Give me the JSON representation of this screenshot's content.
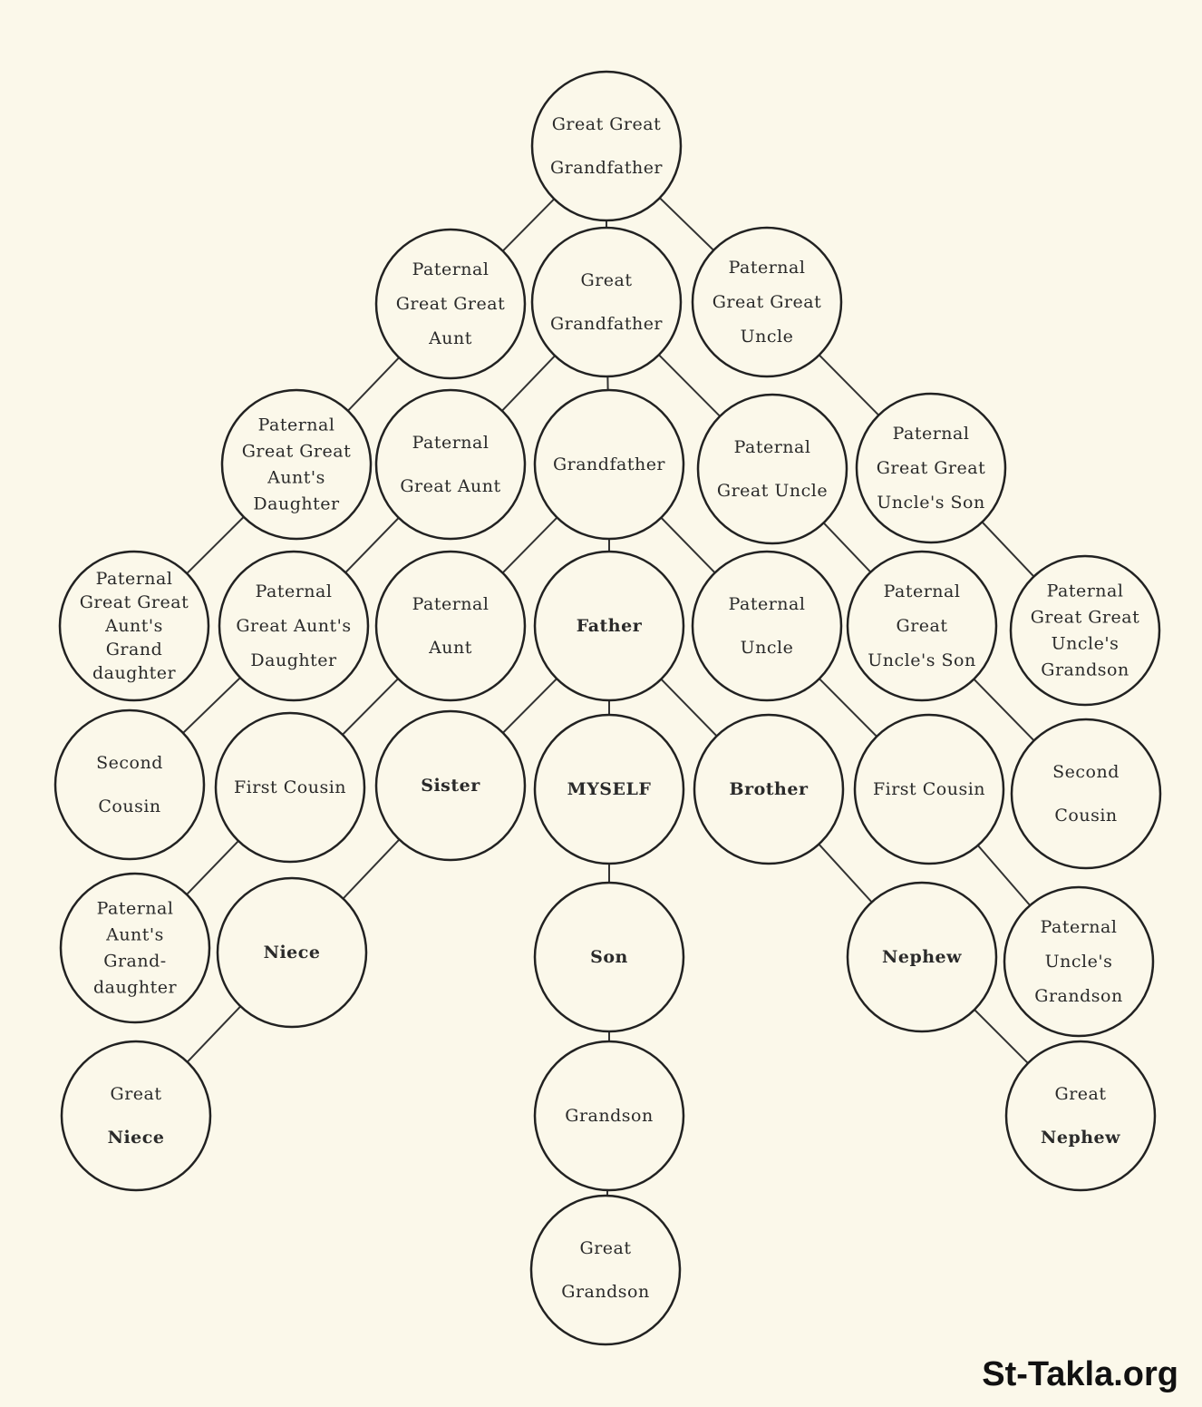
{
  "nodes": [
    {
      "id": "great-great-grandfather",
      "lines": [
        "Great Great",
        "Grandfather"
      ]
    },
    {
      "id": "paternal-great-great-aunt",
      "lines": [
        "Paternal",
        "Great Great",
        "Aunt"
      ]
    },
    {
      "id": "great-grandfather",
      "lines": [
        "Great",
        "Grandfather"
      ]
    },
    {
      "id": "paternal-great-great-uncle",
      "lines": [
        "Paternal",
        "Great Great",
        "Uncle"
      ]
    },
    {
      "id": "paternal-great-great-aunts-daughter",
      "lines": [
        "Paternal",
        "Great Great",
        "Aunt's",
        "Daughter"
      ]
    },
    {
      "id": "paternal-great-aunt",
      "lines": [
        "Paternal",
        "Great Aunt"
      ]
    },
    {
      "id": "grandfather",
      "lines": [
        "Grandfather"
      ]
    },
    {
      "id": "paternal-great-uncle",
      "lines": [
        "Paternal",
        "Great Uncle"
      ]
    },
    {
      "id": "paternal-great-great-uncles-son",
      "lines": [
        "Paternal",
        "Great Great",
        "Uncle's Son"
      ]
    },
    {
      "id": "paternal-great-great-aunts-granddaughter",
      "lines": [
        "Paternal",
        "Great Great",
        "Aunt's",
        "Grand",
        "daughter"
      ]
    },
    {
      "id": "paternal-great-aunts-daughter",
      "lines": [
        "Paternal",
        "Great Aunt's",
        "Daughter"
      ]
    },
    {
      "id": "paternal-aunt",
      "lines": [
        "Paternal",
        "Aunt"
      ]
    },
    {
      "id": "father",
      "lines": [
        "Father"
      ]
    },
    {
      "id": "paternal-uncle",
      "lines": [
        "Paternal",
        "Uncle"
      ]
    },
    {
      "id": "paternal-great-uncles-son",
      "lines": [
        "Paternal",
        "Great",
        "Uncle's Son"
      ]
    },
    {
      "id": "paternal-great-great-uncles-grandson",
      "lines": [
        "Paternal",
        "Great Great",
        "Uncle's",
        "Grandson"
      ]
    },
    {
      "id": "second-cousin-left",
      "lines": [
        "Second",
        "Cousin"
      ]
    },
    {
      "id": "first-cousin-left",
      "lines": [
        "First Cousin"
      ]
    },
    {
      "id": "sister",
      "lines": [
        "Sister"
      ]
    },
    {
      "id": "myself",
      "lines": [
        "MYSELF"
      ]
    },
    {
      "id": "brother",
      "lines": [
        "Brother"
      ]
    },
    {
      "id": "first-cousin-right",
      "lines": [
        "First Cousin"
      ]
    },
    {
      "id": "second-cousin-right",
      "lines": [
        "Second",
        "Cousin"
      ]
    },
    {
      "id": "paternal-aunts-granddaughter",
      "lines": [
        "Paternal",
        "Aunt's",
        "Grand-",
        "daughter"
      ]
    },
    {
      "id": "niece",
      "lines": [
        "Niece"
      ]
    },
    {
      "id": "son",
      "lines": [
        "Son"
      ]
    },
    {
      "id": "nephew",
      "lines": [
        "Nephew"
      ]
    },
    {
      "id": "paternal-uncles-grandson",
      "lines": [
        "Paternal",
        "Uncle's",
        "Grandson"
      ]
    },
    {
      "id": "great-niece",
      "lines": [
        "Great",
        "Niece"
      ]
    },
    {
      "id": "grandson",
      "lines": [
        "Grandson"
      ]
    },
    {
      "id": "great-nephew",
      "lines": [
        "Great",
        "Nephew"
      ]
    },
    {
      "id": "great-grandson",
      "lines": [
        "Great",
        "Grandson"
      ]
    }
  ],
  "edges": [
    [
      0,
      1
    ],
    [
      0,
      2
    ],
    [
      0,
      3
    ],
    [
      1,
      4
    ],
    [
      2,
      5
    ],
    [
      2,
      6
    ],
    [
      2,
      7
    ],
    [
      3,
      8
    ],
    [
      4,
      9
    ],
    [
      5,
      10
    ],
    [
      6,
      11
    ],
    [
      6,
      12
    ],
    [
      6,
      13
    ],
    [
      7,
      14
    ],
    [
      8,
      15
    ],
    [
      10,
      16
    ],
    [
      11,
      17
    ],
    [
      12,
      18
    ],
    [
      12,
      19
    ],
    [
      12,
      20
    ],
    [
      13,
      21
    ],
    [
      14,
      22
    ],
    [
      17,
      23
    ],
    [
      18,
      24
    ],
    [
      19,
      25
    ],
    [
      20,
      26
    ],
    [
      21,
      27
    ],
    [
      24,
      28
    ],
    [
      25,
      29
    ],
    [
      26,
      30
    ],
    [
      29,
      31
    ]
  ],
  "watermark": "St-Takla.org"
}
